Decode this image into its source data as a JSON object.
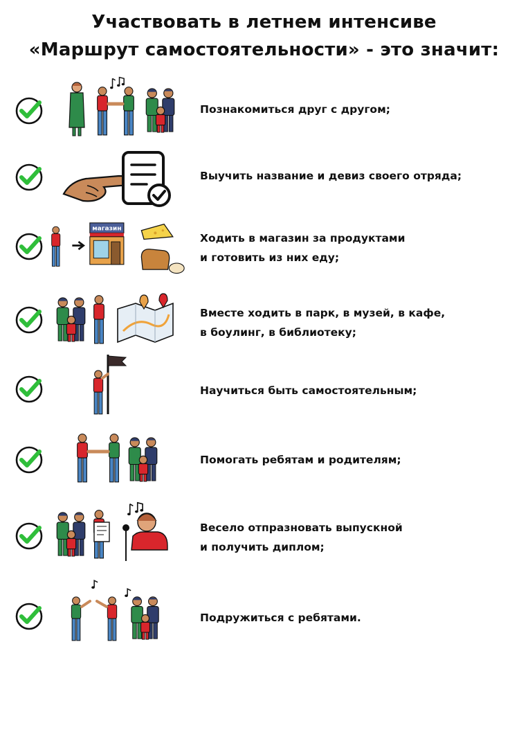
{
  "title": {
    "line1": "Участвовать в летнем интенсиве",
    "line2": "«Маршрут самостоятельности» - это значит:"
  },
  "colors": {
    "check": "#2fbe3a",
    "shirt_green": "#2e8b4a",
    "shirt_red": "#d8262c",
    "jeans": "#4a86c5",
    "navy": "#2f3d6b",
    "skin": "#c98a5a"
  },
  "store_sign": "магазин",
  "items": [
    {
      "icon": "meeting-people-icon",
      "lines": [
        "Познакомиться друг с другом;"
      ]
    },
    {
      "icon": "pointing-checklist-icon",
      "lines": [
        "Выучить название и девиз своего отряда;"
      ]
    },
    {
      "icon": "shop-food-icon",
      "lines": [
        "Ходить в магазин за продуктами",
        "и готовить из них еду;"
      ]
    },
    {
      "icon": "family-map-icon",
      "lines": [
        "Вместе ходить в парк, в музей, в кафе,",
        "в боулинг, в библиотеку;"
      ]
    },
    {
      "icon": "person-flag-icon",
      "lines": [
        "Научиться быть самостоятельным;"
      ]
    },
    {
      "icon": "handshake-family-icon",
      "lines": [
        "Помогать ребятам и родителям;"
      ]
    },
    {
      "icon": "graduation-singer-icon",
      "lines": [
        "Весело отпразновать выпускной",
        "и получить диплом;"
      ]
    },
    {
      "icon": "friends-music-icon",
      "lines": [
        "Подружиться с ребятами."
      ]
    }
  ]
}
